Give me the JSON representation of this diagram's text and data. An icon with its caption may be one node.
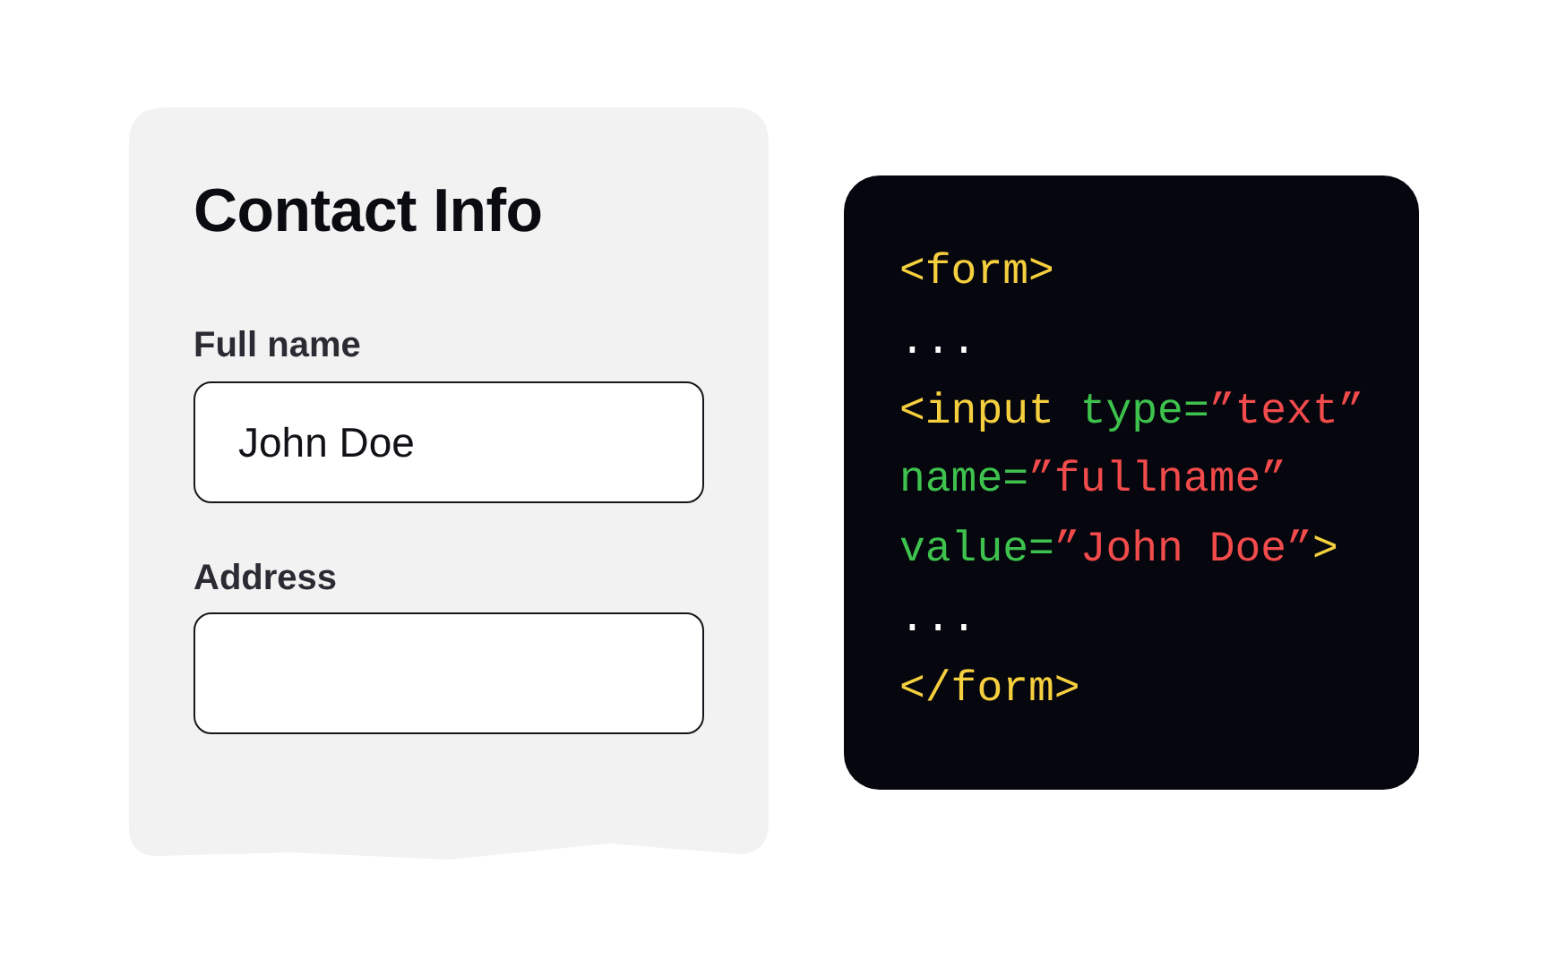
{
  "diagram": {
    "nodes": [
      {
        "text": [
          "Contact Info"
        ]
      },
      {
        "text": [
          "John Doe"
        ],
        "in": 0,
        "beside": [
          "Full name"
        ]
      },
      {
        "text": [],
        "shape": "box",
        "in": 0,
        "beside": [
          "Address"
        ]
      },
      {
        "text": [
          "<form>",
          "...",
          "<input type=”text”",
          "name=”fullname”",
          "value=”John Doe”>",
          "...",
          "</form>"
        ]
      }
    ]
  }
}
